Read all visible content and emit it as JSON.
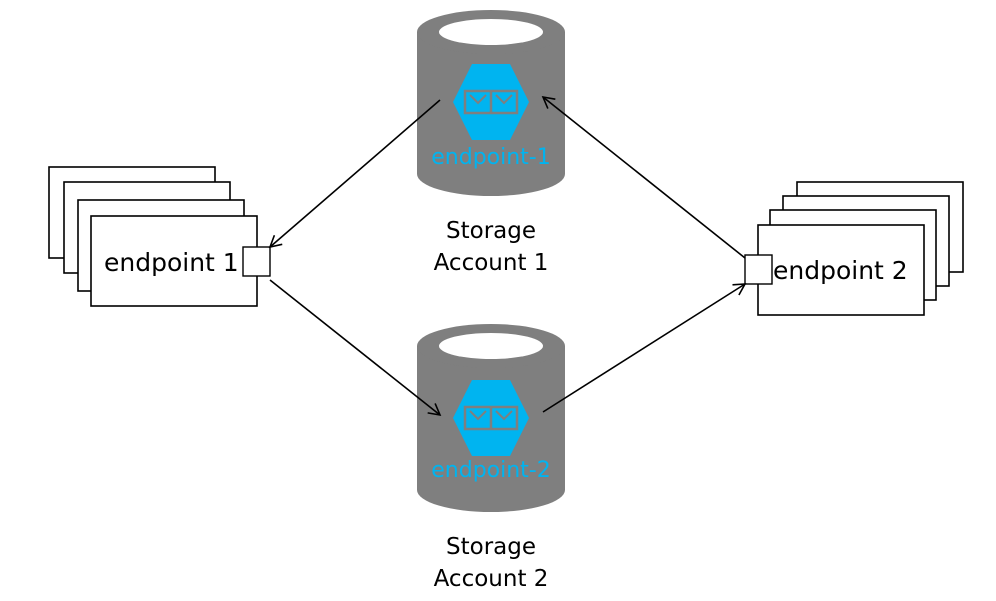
{
  "colors": {
    "cylinder": "#7f7f7f",
    "accent": "#00b4f0",
    "line": "#000000",
    "background": "#ffffff"
  },
  "icons": {
    "queue": "queue-icon"
  },
  "endpoints": [
    {
      "label": "endpoint 1"
    },
    {
      "label": "endpoint 2"
    }
  ],
  "storage_accounts": [
    {
      "queue_label": "endpoint-1",
      "label_line1": "Storage",
      "label_line2": "Account 1"
    },
    {
      "queue_label": "endpoint-2",
      "label_line1": "Storage",
      "label_line2": "Account 2"
    }
  ]
}
